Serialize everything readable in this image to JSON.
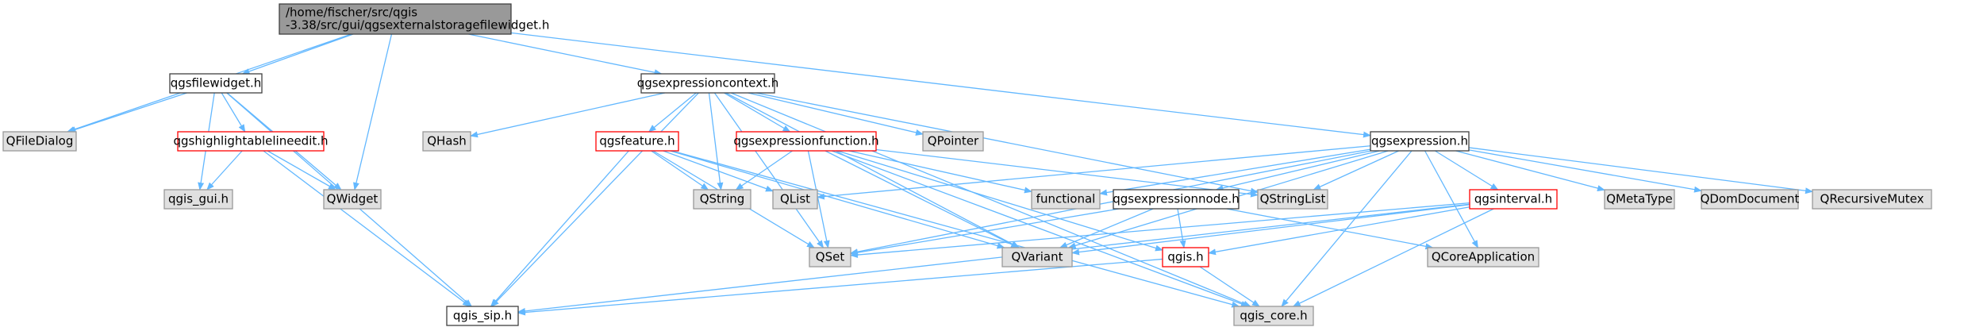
{
  "colors": {
    "root_fill": "#999999",
    "white_fill": "#ffffff",
    "gray_fill": "#e0e0e0",
    "border_black": "#404040",
    "border_gray": "#999999",
    "border_red": "#ff0000",
    "edge": "#63b8ff"
  },
  "nodes": [
    {
      "id": "root",
      "lines": [
        "/home/fischer/src/qgis",
        "-3.38/src/gui/qgsexternalstoragefilewidget.h"
      ],
      "style": "root"
    },
    {
      "id": "qgsfilewidget",
      "lines": [
        "qgsfilewidget.h"
      ],
      "style": "white"
    },
    {
      "id": "qfiledialog",
      "lines": [
        "QFileDialog"
      ],
      "style": "gray"
    },
    {
      "id": "qgshighlightablelineedit",
      "lines": [
        "qgshighlightablelineedit.h"
      ],
      "style": "red"
    },
    {
      "id": "qgis_gui",
      "lines": [
        "qgis_gui.h"
      ],
      "style": "gray"
    },
    {
      "id": "qwidget",
      "lines": [
        "QWidget"
      ],
      "style": "gray"
    },
    {
      "id": "qgis_sip",
      "lines": [
        "qgis_sip.h"
      ],
      "style": "white"
    },
    {
      "id": "qgsexpressioncontext",
      "lines": [
        "qgsexpressioncontext.h"
      ],
      "style": "white"
    },
    {
      "id": "qhash",
      "lines": [
        "QHash"
      ],
      "style": "gray"
    },
    {
      "id": "qgsfeature",
      "lines": [
        "qgsfeature.h"
      ],
      "style": "red"
    },
    {
      "id": "qgsexpressionfunction",
      "lines": [
        "qgsexpressionfunction.h"
      ],
      "style": "red"
    },
    {
      "id": "qpointer",
      "lines": [
        "QPointer"
      ],
      "style": "gray"
    },
    {
      "id": "qstring",
      "lines": [
        "QString"
      ],
      "style": "gray"
    },
    {
      "id": "qlist",
      "lines": [
        "QList"
      ],
      "style": "gray"
    },
    {
      "id": "qset",
      "lines": [
        "QSet"
      ],
      "style": "gray"
    },
    {
      "id": "qvariant",
      "lines": [
        "QVariant"
      ],
      "style": "gray"
    },
    {
      "id": "functional",
      "lines": [
        "functional"
      ],
      "style": "gray"
    },
    {
      "id": "qgsexpressionnode",
      "lines": [
        "qgsexpressionnode.h"
      ],
      "style": "white"
    },
    {
      "id": "qstringlist",
      "lines": [
        "QStringList"
      ],
      "style": "gray"
    },
    {
      "id": "qgis_h",
      "lines": [
        "qgis.h"
      ],
      "style": "red"
    },
    {
      "id": "qgis_core",
      "lines": [
        "qgis_core.h"
      ],
      "style": "gray"
    },
    {
      "id": "qgsexpression",
      "lines": [
        "qgsexpression.h"
      ],
      "style": "white"
    },
    {
      "id": "qgsinterval",
      "lines": [
        "qgsinterval.h"
      ],
      "style": "red"
    },
    {
      "id": "qcoreapplication",
      "lines": [
        "QCoreApplication"
      ],
      "style": "gray"
    },
    {
      "id": "qmetatype",
      "lines": [
        "QMetaType"
      ],
      "style": "gray"
    },
    {
      "id": "qdomdocument",
      "lines": [
        "QDomDocument"
      ],
      "style": "gray"
    },
    {
      "id": "qrecursivemutex",
      "lines": [
        "QRecursiveMutex"
      ],
      "style": "gray"
    }
  ],
  "edges": [
    [
      "root",
      "qgsfilewidget"
    ],
    [
      "root",
      "qfiledialog"
    ],
    [
      "root",
      "qwidget"
    ],
    [
      "root",
      "qgsexpressioncontext"
    ],
    [
      "root",
      "qgsexpression"
    ],
    [
      "qgsfilewidget",
      "qfiledialog"
    ],
    [
      "qgsfilewidget",
      "qgshighlightablelineedit"
    ],
    [
      "qgsfilewidget",
      "qgis_gui"
    ],
    [
      "qgsfilewidget",
      "qwidget"
    ],
    [
      "qgsfilewidget",
      "qgis_sip"
    ],
    [
      "qgshighlightablelineedit",
      "qgis_gui"
    ],
    [
      "qgshighlightablelineedit",
      "qwidget"
    ],
    [
      "qgshighlightablelineedit",
      "qgis_sip"
    ],
    [
      "qgsexpressioncontext",
      "qhash"
    ],
    [
      "qgsexpressioncontext",
      "qgsfeature"
    ],
    [
      "qgsexpressioncontext",
      "qgsexpressionfunction"
    ],
    [
      "qgsexpressioncontext",
      "qpointer"
    ],
    [
      "qgsexpressioncontext",
      "qstring"
    ],
    [
      "qgsexpressioncontext",
      "qset"
    ],
    [
      "qgsexpressioncontext",
      "qvariant"
    ],
    [
      "qgsexpressioncontext",
      "qgis_sip"
    ],
    [
      "qgsexpressioncontext",
      "qgis_core"
    ],
    [
      "qgsexpressioncontext",
      "qstringlist"
    ],
    [
      "qgsfeature",
      "qstring"
    ],
    [
      "qgsfeature",
      "qlist"
    ],
    [
      "qgsfeature",
      "qset"
    ],
    [
      "qgsfeature",
      "qvariant"
    ],
    [
      "qgsfeature",
      "qgis_sip"
    ],
    [
      "qgsfeature",
      "qgis_core"
    ],
    [
      "qgsexpressionfunction",
      "qstring"
    ],
    [
      "qgsexpressionfunction",
      "qset"
    ],
    [
      "qgsexpressionfunction",
      "functional"
    ],
    [
      "qgsexpressionfunction",
      "qvariant"
    ],
    [
      "qgsexpressionfunction",
      "qgis_h"
    ],
    [
      "qgsexpressionfunction",
      "qgis_core"
    ],
    [
      "qgsexpressionfunction",
      "qstringlist"
    ],
    [
      "qgsexpression",
      "functional"
    ],
    [
      "qgsexpression",
      "qgsexpressionnode"
    ],
    [
      "qgsexpression",
      "qstringlist"
    ],
    [
      "qgsexpression",
      "qgsinterval"
    ],
    [
      "qgsexpression",
      "qmetatype"
    ],
    [
      "qgsexpression",
      "qdomdocument"
    ],
    [
      "qgsexpression",
      "qrecursivemutex"
    ],
    [
      "qgsexpression",
      "qlist"
    ],
    [
      "qgsexpression",
      "qset"
    ],
    [
      "qgsexpression",
      "qvariant"
    ],
    [
      "qgsexpression",
      "qgis_core"
    ],
    [
      "qgsexpression",
      "qcoreapplication"
    ],
    [
      "qgsexpressionnode",
      "qset"
    ],
    [
      "qgsexpressionnode",
      "qvariant"
    ],
    [
      "qgsexpressionnode",
      "qgis_h"
    ],
    [
      "qgsexpressionnode",
      "qcoreapplication"
    ],
    [
      "qgsinterval",
      "qvariant"
    ],
    [
      "qgsinterval",
      "qgis_h"
    ],
    [
      "qgsinterval",
      "qgis_sip"
    ],
    [
      "qgsinterval",
      "qgis_core"
    ],
    [
      "qgsinterval",
      "qset"
    ],
    [
      "qgis_h",
      "qgis_core"
    ],
    [
      "qgis_h",
      "qgis_sip"
    ]
  ]
}
